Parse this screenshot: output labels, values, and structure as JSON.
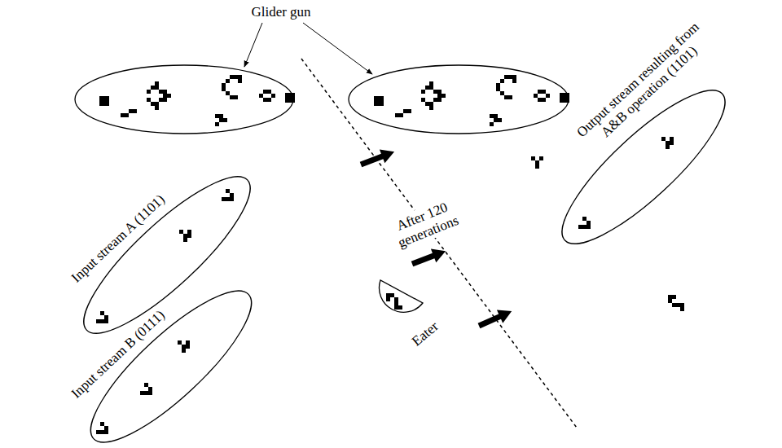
{
  "diagram": {
    "nodes": [
      {
        "text": [
          "Input stream A (1101)"
        ]
      },
      {
        "text": [
          "Input stream B (0111)"
        ]
      },
      {
        "text": [
          "Eater"
        ]
      },
      {
        "text": [
          "Output stream resulting from A&B operation (1101)"
        ]
      }
    ],
    "labels": [
      "Glider gun",
      "After 120 generations"
    ]
  }
}
